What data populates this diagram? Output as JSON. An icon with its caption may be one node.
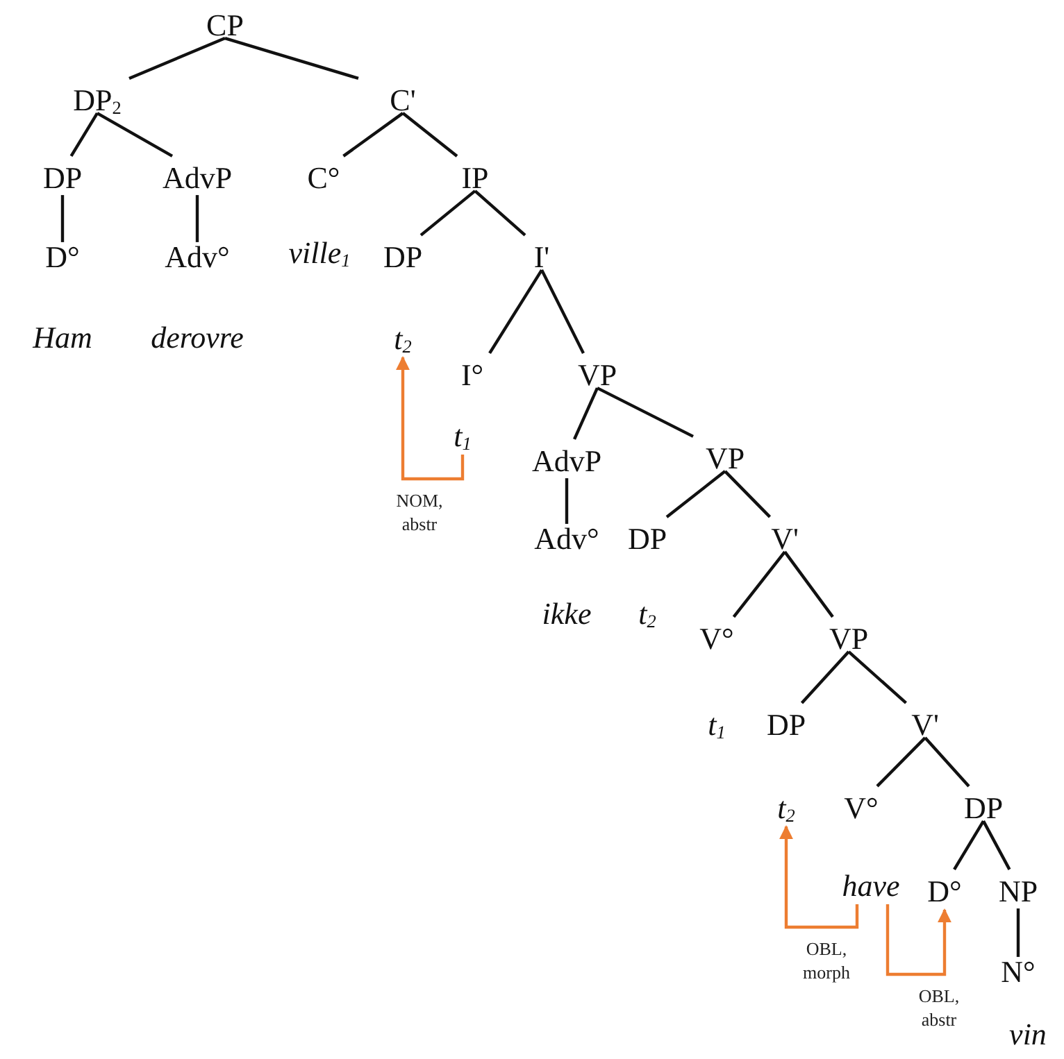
{
  "diagram": {
    "nodes": [
      {
        "text": [
          "CP"
        ]
      },
      {
        "text": [
          "DP$_{2}$"
        ]
      },
      {
        "text": [
          "C'"
        ]
      },
      {
        "text": [
          "DP"
        ]
      },
      {
        "text": [
          "AdvP"
        ]
      },
      {
        "text": [
          "C°"
        ]
      },
      {
        "text": [
          "IP"
        ]
      },
      {
        "text": [
          "D°"
        ]
      },
      {
        "text": [
          "Adv°"
        ]
      },
      {
        "text": [
          "ville$_{1}$"
        ]
      },
      {
        "text": [
          "DP"
        ]
      },
      {
        "text": [
          "I'"
        ]
      },
      {
        "text": [
          "Ham"
        ]
      },
      {
        "text": [
          "derovre"
        ]
      },
      {
        "text": [
          "t$_{2}$"
        ]
      },
      {
        "text": [
          "I°"
        ]
      },
      {
        "text": [
          "VP"
        ]
      },
      {
        "text": [
          "t$_{1}$"
        ]
      },
      {
        "text": [
          "AdvP"
        ]
      },
      {
        "text": [
          "VP"
        ]
      },
      {
        "text": [
          "Adv°"
        ]
      },
      {
        "text": [
          "DP"
        ]
      },
      {
        "text": [
          "V'"
        ]
      },
      {
        "text": [
          "ikke"
        ]
      },
      {
        "text": [
          "t$_{2}$"
        ]
      },
      {
        "text": [
          "V°"
        ]
      },
      {
        "text": [
          "VP"
        ]
      },
      {
        "text": [
          "t$_{1}$"
        ]
      },
      {
        "text": [
          "DP"
        ]
      },
      {
        "text": [
          "V'"
        ]
      },
      {
        "text": [
          "t$_{2}$"
        ]
      },
      {
        "text": [
          "V°"
        ]
      },
      {
        "text": [
          "DP"
        ]
      },
      {
        "text": [
          "have"
        ]
      },
      {
        "text": [
          "D°"
        ]
      },
      {
        "text": [
          "NP"
        ]
      },
      {
        "text": [
          "N°"
        ]
      },
      {
        "text": [
          "vin"
        ]
      }
    ],
    "edges": [
      {
        "from": 0,
        "to": 1,
        "arrow": "none"
      },
      {
        "from": 0,
        "to": 2,
        "arrow": "none"
      },
      {
        "from": 1,
        "to": 3,
        "arrow": "none"
      },
      {
        "from": 1,
        "to": 4,
        "arrow": "none"
      },
      {
        "from": 3,
        "to": 7,
        "arrow": "none"
      },
      {
        "from": 4,
        "to": 8,
        "arrow": "none"
      },
      {
        "from": 2,
        "to": 5,
        "arrow": "none"
      },
      {
        "from": 2,
        "to": 6,
        "arrow": "none"
      },
      {
        "from": 6,
        "to": 10,
        "arrow": "none"
      },
      {
        "from": 6,
        "to": 11,
        "arrow": "none"
      },
      {
        "from": 11,
        "to": 15,
        "arrow": "none"
      },
      {
        "from": 11,
        "to": 16,
        "arrow": "none"
      },
      {
        "from": 16,
        "to": 18,
        "arrow": "none"
      },
      {
        "from": 16,
        "to": 19,
        "arrow": "none"
      },
      {
        "from": 18,
        "to": 20,
        "arrow": "none"
      },
      {
        "from": 19,
        "to": 21,
        "arrow": "none"
      },
      {
        "from": 19,
        "to": 22,
        "arrow": "none"
      },
      {
        "from": 22,
        "to": 25,
        "arrow": "none"
      },
      {
        "from": 22,
        "to": 26,
        "arrow": "none"
      },
      {
        "from": 26,
        "to": 28,
        "arrow": "none"
      },
      {
        "from": 26,
        "to": 29,
        "arrow": "none"
      },
      {
        "from": 29,
        "to": 31,
        "arrow": "none"
      },
      {
        "from": 29,
        "to": 32,
        "arrow": "none"
      },
      {
        "from": 32,
        "to": 34,
        "arrow": "none"
      },
      {
        "from": 32,
        "to": 35,
        "arrow": "none"
      },
      {
        "from": 35,
        "to": 36,
        "arrow": "none"
      },
      {
        "from": 17,
        "to": 14,
        "arrow": "to",
        "label": "NOM, abstr",
        "color": "#ed7d31"
      },
      {
        "from": 33,
        "to": 30,
        "arrow": "to",
        "label": "OBL, morph",
        "color": "#ed7d31"
      },
      {
        "from": 33,
        "to": 34,
        "arrow": "to",
        "label": "OBL, abstr",
        "color": "#ed7d31"
      }
    ]
  }
}
